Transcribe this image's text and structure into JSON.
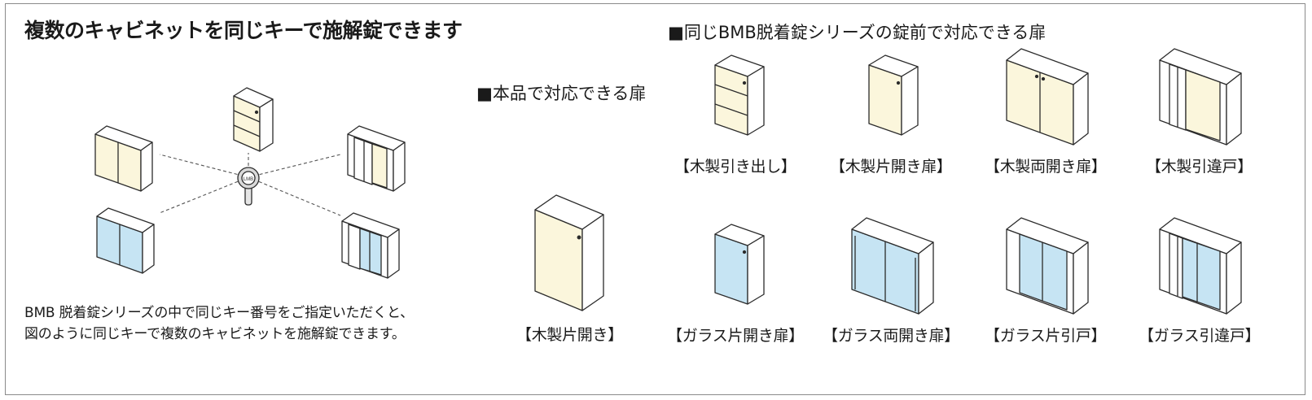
{
  "heading": "複数のキャビネットを同じキーで施解錠できます",
  "section_compatible": "■本品で対応できる扉",
  "section_series": "■同じBMB脱着錠シリーズの錠前で対応できる扉",
  "description": {
    "line1": "BMB 脱着錠シリーズの中で同じキー番号をご指定いただくと、",
    "line2": "図のように同じキーで複数のキャビネットを施解錠できます。"
  },
  "key_badge": "LMB",
  "product_label": "【木製片開き】",
  "series_row1": [
    "【木製引き出し】",
    "【木製片開き扉】",
    "【木製両開き扉】",
    "【木製引違戸】"
  ],
  "series_row2": [
    "【ガラス片開き扉】",
    "【ガラス両開き扉】",
    "【ガラス片引戸】",
    "【ガラス引違戸】"
  ],
  "colors": {
    "wood": "#fbf6dc",
    "glass": "#c6e4f3",
    "line": "#2b2b2b",
    "frame": "#8a8a8a"
  }
}
